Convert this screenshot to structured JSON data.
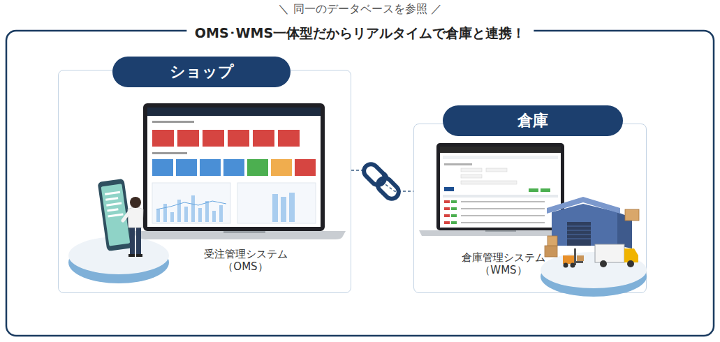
{
  "diagram": {
    "title": "OMS･WMS一体型だからリアルタイムで倉庫と連携！",
    "nodes": [
      {
        "text": [
          "ショップ"
        ]
      },
      {
        "text": [
          "受注管理システム （OMS）"
        ],
        "in": 0
      },
      {
        "text": [
          "倉庫"
        ]
      },
      {
        "text": [
          "倉庫管理システム （WMS）"
        ],
        "in": 2
      }
    ],
    "edges": [
      {
        "from": 0,
        "to": 2,
        "arrow": "none"
      }
    ],
    "labels": [
      "＼ 同一のデータベースを参照 ／"
    ]
  }
}
